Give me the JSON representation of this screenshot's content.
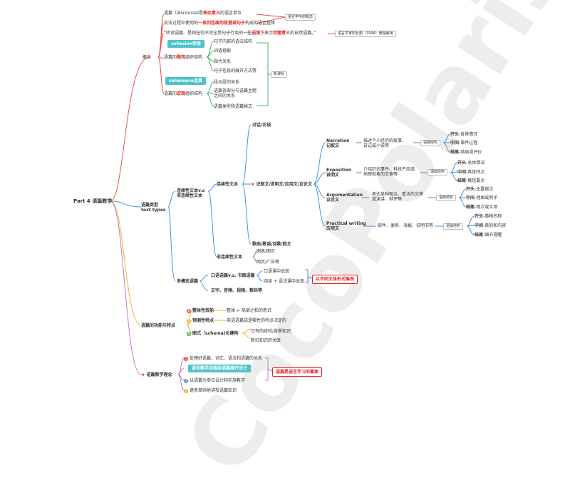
{
  "root": "Part 4 语篇教学",
  "watermark": "CocoPolaris",
  "concept": {
    "label": "概念",
    "def1_a": "语篇（discourse)是",
    "def1_b": "表达意义",
    "def1_c": "的语言单位",
    "def2_a": "交流过程中使用的",
    "def2_b": "一系列连续的段落或句子",
    "def2_c": "构成的语言整体",
    "def3_a": "“听读语篇、是指任何不完全受句子行束的一些",
    "def3_b": "语境下",
    "def3_c": "表示",
    "def3_d": "完整意义",
    "def3_e": "的自然语篇。”",
    "note_intro": "语言学中的概念",
    "note_ref": "语言学家附杜勤（1994）教程解读",
    "cohesion_box": "cohesion衔接",
    "micro_a": "语篇的",
    "micro_b": "微观",
    "micro_c": "组织结构",
    "micro_items": [
      "句子内部的语法结构",
      "词语搭配",
      "指代关系",
      "句子信息的展开方式等"
    ],
    "coherence_box": "coherence连贯",
    "macro_a": "语篇的",
    "macro_b": "宏观",
    "macro_c": "组织结构",
    "macro_items": [
      "段与段的关系",
      "语篇各部分与语篇主题\n之间的关系",
      "语篇类型和语篇格式"
    ],
    "note_new": "新课标"
  },
  "types": {
    "label": "语篇类型\ntext types",
    "cont_vs": "连续性文本v.s\n非连续性文本",
    "cont": "连续性文本",
    "dialog": "对话/访谈",
    "narr_main": "记叙文/说明文/应用文/议论文",
    "poetry": "歌曲/歌谣/诗歌/韵文",
    "noncont": "非连续性文本",
    "noncont_items": [
      "图表/图示",
      "网页/广告等"
    ],
    "genres": [
      {
        "title": "Narration\n记叙文",
        "desc": "描述个人经历的故事、\n日记或小说等",
        "struct": "语篇结构",
        "parts": [
          [
            "开头",
            "背景情况"
          ],
          [
            "中间",
            "事件过程"
          ],
          [
            "结尾",
            "结局或评价"
          ]
        ]
      },
      {
        "title": "Exposition\n说明文",
        "desc": "介绍历史事件、科技产品或\n地理现象的文章等",
        "struct": "语篇结构",
        "parts": [
          [
            "开头",
            "总体情况"
          ],
          [
            "中间",
            "具体特点"
          ],
          [
            "结尾",
            "概括要点"
          ]
        ]
      },
      {
        "title": "Argumentation\n议论文",
        "desc": "表达某种观点、看法的文章\n或演讲、辩评等",
        "struct": "语篇结构",
        "parts": [
          [
            "开头",
            "主要观点"
          ],
          [
            "中间",
            "理由或例子"
          ],
          [
            "结尾",
            "观点或立场"
          ]
        ]
      },
      {
        "title": "Practical writing\n应用文",
        "desc": "邮件、便条、海报、说明书等",
        "struct": "语篇结构",
        "parts": [
          [
            "开头",
            "事物名称"
          ],
          [
            "中间",
            "目的和内容"
          ],
          [
            "结尾",
            "细节提醒"
          ]
        ]
      }
    ],
    "multimodal": "多模态语篇",
    "oral_vs": "口语语篇v.s. 书面语篇",
    "oral_items": [
      "口语课中出现",
      "阅读 + 语法课中出现"
    ],
    "forms_note": "以不同文体形式展现",
    "media": "文字、音频、视频、数码等"
  },
  "function": {
    "label": "语篇的功能与特点",
    "items": [
      {
        "n": "1",
        "title": "整体性效能",
        "desc": "整体 > 局部之和的意识"
      },
      {
        "n": "2",
        "title": "预测性特点",
        "desc": "英语语篇语逻辑性的特点决定的"
      },
      {
        "n": "3",
        "title": "图式（schema)化建构",
        "desc": "已有的经验/背景知识\n新旧知识的关联"
      }
    ]
  },
  "teaching": {
    "label": "语篇教学理念",
    "item1": "处理好语篇、词汇、语法和语篇的关系",
    "box": "语言教学应围绕语篇展开设计",
    "item2": "以语篇为单位设计和实施教学",
    "item3": "避免单纯地讲授语篇知识",
    "note_a": "语篇是语言学习的",
    "note_b": "载体"
  },
  "colors": {
    "concept": "#e9534f",
    "types": "#4a90d9",
    "function": "#f2b52a",
    "teaching": "#c279c9",
    "green": "#46b46c",
    "teal": "#4cc3c9"
  }
}
